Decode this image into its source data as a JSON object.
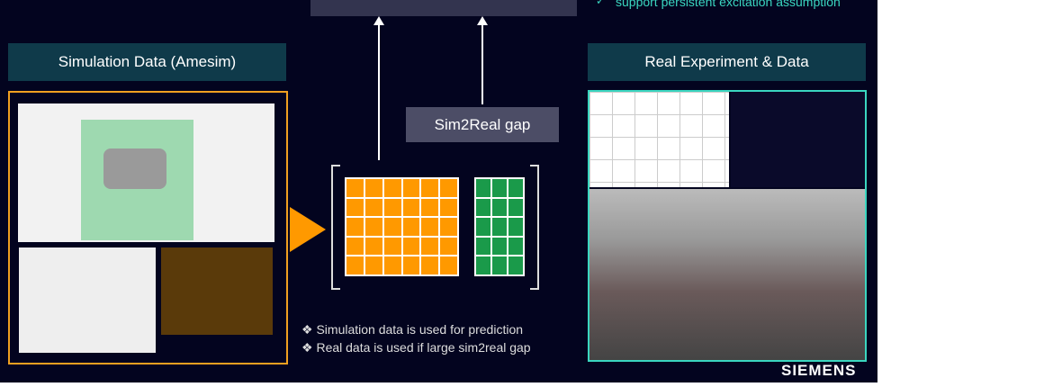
{
  "top_note": "support persistent excitation assumption",
  "check_icon": "check-icon",
  "sim_header": "Simulation Data (Amesim)",
  "real_header": "Real Experiment & Data",
  "gap_label": "Sim2Real gap",
  "bullets": [
    "Simulation data is used for prediction",
    "Real data is used if large sim2real gap"
  ],
  "logo": "SIEMENS",
  "colors": {
    "bg": "#03041f",
    "orange": "#ff9900",
    "green": "#1a9a4a",
    "header": "#0f3a4a",
    "teal": "#3ad6c0"
  }
}
